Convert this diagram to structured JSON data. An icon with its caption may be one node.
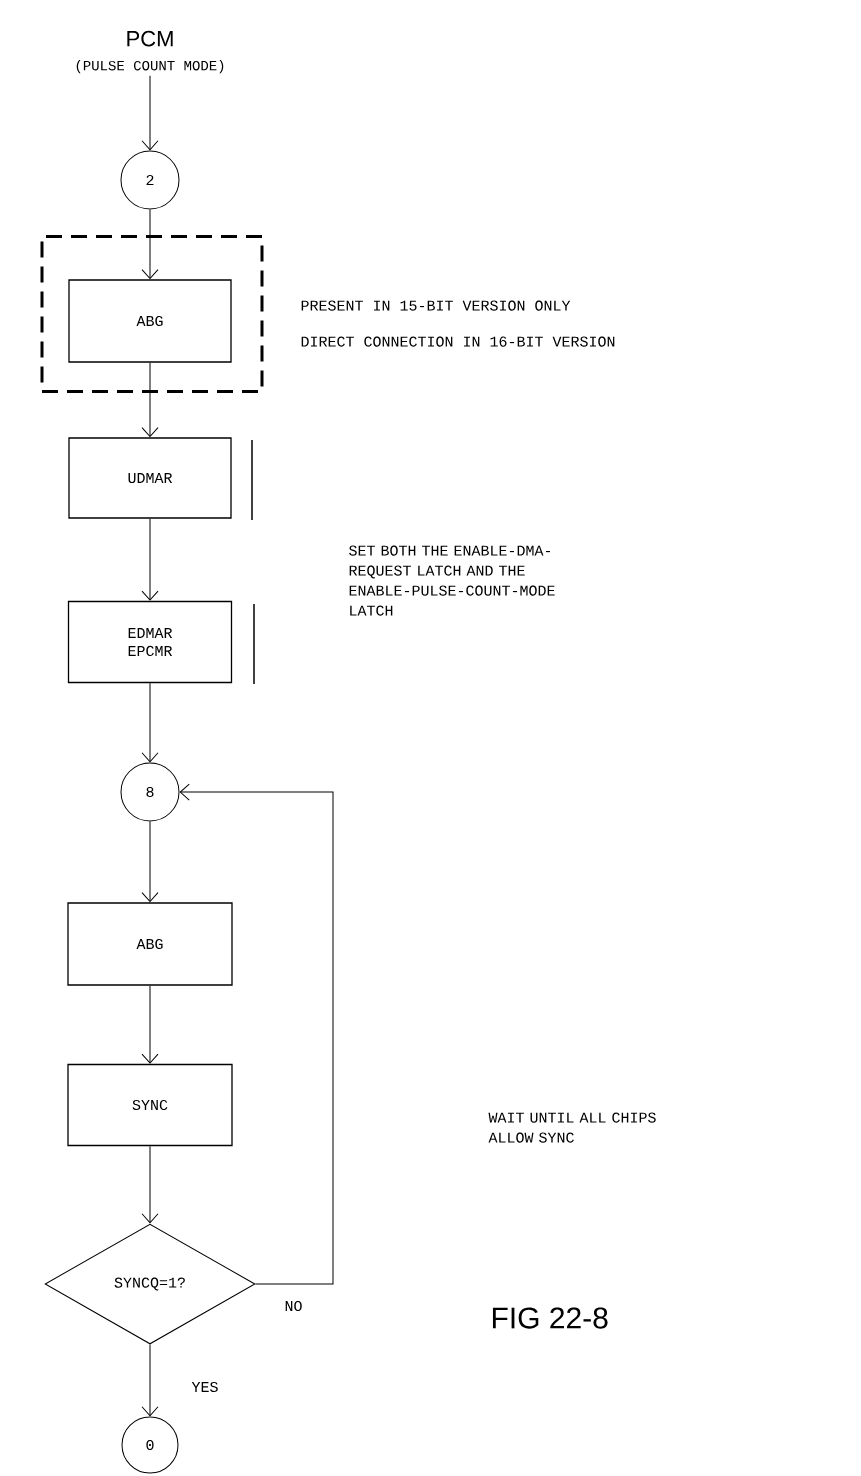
{
  "diagram": {
    "caption": "FIG 22-8",
    "nodes": [
      {
        "text": [
          "PCM",
          "(PULSE COUNT MODE)"
        ]
      },
      {
        "text": [
          "2"
        ]
      },
      {
        "text": [],
        "shape": "box",
        "beside": [
          "PRESENT IN 15-BIT VERSION ONLY",
          "DIRECT CONNECTION IN 16-BIT VERSION"
        ]
      },
      {
        "text": [
          "ABG"
        ],
        "in": 2
      },
      {
        "text": [
          "UDMAR"
        ]
      },
      {
        "text": [
          "EDMAR EPCMR"
        ]
      },
      {
        "text": [
          "8"
        ]
      },
      {
        "text": [
          "ABG"
        ]
      },
      {
        "text": [
          "SYNC"
        ]
      },
      {
        "text": [
          "SYNCQ=1?"
        ]
      },
      {
        "text": [
          "0"
        ]
      }
    ],
    "edges": [
      {
        "from": 0,
        "to": 1,
        "arrow": "to"
      },
      {
        "from": 1,
        "to": 3,
        "arrow": "to"
      },
      {
        "from": 3,
        "to": 4,
        "arrow": "to"
      },
      {
        "from": 4,
        "to": 5,
        "arrow": "to"
      },
      {
        "from": 5,
        "to": 6,
        "arrow": "to"
      },
      {
        "from": 6,
        "to": 7,
        "arrow": "to"
      },
      {
        "from": 7,
        "to": 8,
        "arrow": "to"
      },
      {
        "from": 8,
        "to": 9,
        "arrow": "to"
      },
      {
        "from": 9,
        "to": 6,
        "arrow": "to",
        "label": "NO"
      },
      {
        "from": 9,
        "to": 10,
        "arrow": "to",
        "label": "YES"
      }
    ],
    "labels": [
      "SET BOTH THE ENABLE-DMA- REQUEST LATCH AND THE ENABLE-PULSE-COUNT-MODE LATCH",
      "WAIT UNTIL ALL CHIPS ALLOW SYNC"
    ]
  }
}
